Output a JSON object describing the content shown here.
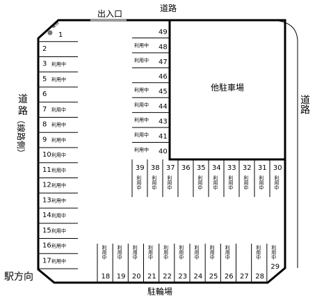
{
  "labels": {
    "entrance": "出入口",
    "road_top": "道路",
    "road_left_top": "道",
    "road_left_bottom": "路",
    "senro": "（線路側）",
    "road_right": "道路",
    "other_lot": "他駐車場",
    "station_direction": "駅方向",
    "bicycle_parking": "駐輪場",
    "pillar": "電柱",
    "in_use": "利用中"
  },
  "spaces": {
    "left_column": [
      {
        "number": "1",
        "status": ""
      },
      {
        "number": "2",
        "status": ""
      },
      {
        "number": "3",
        "status": "利用中"
      },
      {
        "number": "5",
        "status": "利用中"
      },
      {
        "number": "6",
        "status": ""
      },
      {
        "number": "7",
        "status": "利用中"
      },
      {
        "number": "8",
        "status": "利用中"
      },
      {
        "number": "9",
        "status": "利用中"
      },
      {
        "number": "10",
        "status": "利用中"
      },
      {
        "number": "11",
        "status": "利用中"
      },
      {
        "number": "12",
        "status": "利用中"
      },
      {
        "number": "13",
        "status": "利用中"
      },
      {
        "number": "14",
        "status": "利用中"
      },
      {
        "number": "15",
        "status": "利用中"
      },
      {
        "number": "16",
        "status": "利用中"
      },
      {
        "number": "17",
        "status": "利用中"
      }
    ],
    "center_column": [
      {
        "number": "49",
        "status": ""
      },
      {
        "number": "48",
        "status": "利用中"
      },
      {
        "number": "47",
        "status": "利用中"
      },
      {
        "number": "46",
        "status": ""
      },
      {
        "number": "45",
        "status": "利用中"
      },
      {
        "number": "44",
        "status": "利用中"
      },
      {
        "number": "43",
        "status": "利用中"
      },
      {
        "number": "41",
        "status": "利用中"
      },
      {
        "number": "40",
        "status": "利用中"
      }
    ],
    "middle_row": [
      {
        "number": "39",
        "status": "利用中"
      },
      {
        "number": "38",
        "status": "利用中"
      },
      {
        "number": "37",
        "status": "利用中"
      },
      {
        "number": "36",
        "status": ""
      },
      {
        "number": "35",
        "status": "利用中"
      },
      {
        "number": "34",
        "status": "利用中"
      },
      {
        "number": "33",
        "status": "利用中"
      },
      {
        "number": "32",
        "status": "利用中"
      },
      {
        "number": "31",
        "status": "利用中"
      },
      {
        "number": "30",
        "status": "利用中"
      }
    ],
    "bottom_row": [
      {
        "number": "18",
        "status": "利用中"
      },
      {
        "number": "19",
        "status": "利用中"
      },
      {
        "number": "20",
        "status": "利用中"
      },
      {
        "number": "21",
        "status": "利用中"
      },
      {
        "number": "22",
        "status": "利用中"
      },
      {
        "number": "23",
        "status": "利用中"
      },
      {
        "number": "24",
        "status": "利用中"
      },
      {
        "number": "25",
        "status": "利用中"
      },
      {
        "number": "26",
        "status": "利用中"
      },
      {
        "number": "27",
        "status": ""
      },
      {
        "number": "28",
        "status": "利用中"
      },
      {
        "number": "29",
        "status": "利用中"
      }
    ]
  }
}
